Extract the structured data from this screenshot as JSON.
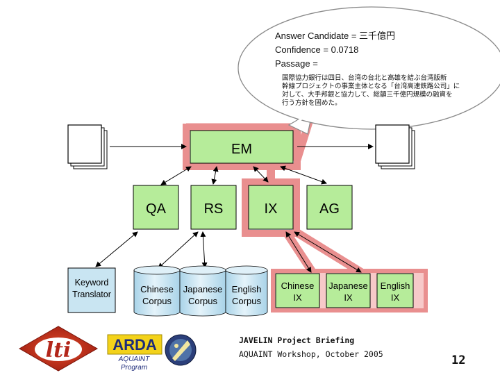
{
  "callout": {
    "answer_line": "Answer Candidate = 三千億円",
    "confidence_line": "Confidence = 0.0718",
    "passage_label": "Passage =",
    "passage_lines": [
      "国際協力銀行は四日、台湾の台北と高雄を結ぶ台湾版新",
      "幹線プロジェクトの事業主体となる「台湾高速鉄路公司」に",
      "対して、大手邦銀と協力して、総額三千億円規模の融資を",
      "行う方針を固めた。"
    ]
  },
  "modules": {
    "em": "EM",
    "qa": "QA",
    "rs": "RS",
    "ix": "IX",
    "ag": "AG"
  },
  "keyword_translator": [
    "Keyword",
    "Translator"
  ],
  "corpora": [
    [
      "Chinese",
      "Corpus"
    ],
    [
      "Japanese",
      "Corpus"
    ],
    [
      "English",
      "Corpus"
    ]
  ],
  "ix_boxes": [
    [
      "Chinese",
      "IX"
    ],
    [
      "Japanese",
      "IX"
    ],
    [
      "English",
      "IX"
    ]
  ],
  "logos": {
    "arda": "ARDA",
    "aquaint": [
      "AQUAINT",
      "Program"
    ]
  },
  "footer": {
    "title": "JAVELIN Project Briefing",
    "subtitle": "AQUAINT Workshop, October 2005",
    "page_number": "12"
  },
  "colors": {
    "module_fill": "#b6ec9a",
    "highlight": "#e98f8f",
    "highlight_fill": "#f7c9c9",
    "corpus_fill": "#c9e5f2"
  }
}
